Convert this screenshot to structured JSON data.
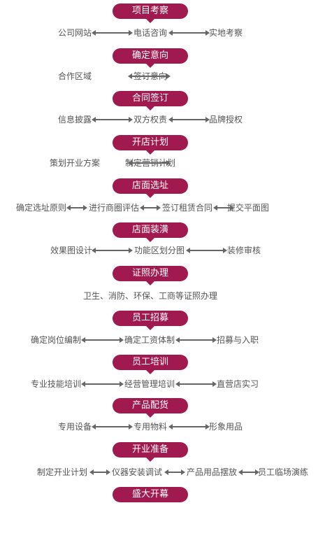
{
  "colors": {
    "pill_bg": "#a11a4f",
    "pill_text": "#ffffff",
    "step_text": "#555555",
    "arrow": "#666666"
  },
  "stages": [
    {
      "title": "项目考察",
      "steps": [
        "公司网站",
        "电话咨询",
        "实地考察"
      ]
    },
    {
      "title": "确定意向",
      "steps": [
        "合作区域",
        "签订意向"
      ]
    },
    {
      "title": "合同签订",
      "steps": [
        "信息披露",
        "双方权责",
        "品牌授权"
      ]
    },
    {
      "title": "开店计划",
      "steps": [
        "策划开业方案",
        "制定营销计划"
      ]
    },
    {
      "title": "店面选址",
      "steps": [
        "确定选址原则",
        "进行商圈评估",
        "签订租赁合同",
        "提交平面图"
      ]
    },
    {
      "title": "店面装潢",
      "steps": [
        "效果图设计",
        "功能区划分图",
        "装修审核"
      ]
    },
    {
      "title": "证照办理",
      "steps": [
        "卫生、消防、环保、工商等证照办理"
      ]
    },
    {
      "title": "员工招募",
      "steps": [
        "确定岗位编制",
        "确定工资体制",
        "招募与入职"
      ]
    },
    {
      "title": "员工培训",
      "steps": [
        "专业技能培训",
        "经营管理培训",
        "直营店实习"
      ]
    },
    {
      "title": "产品配货",
      "steps": [
        "专用设备",
        "专用物料",
        "形象用品"
      ]
    },
    {
      "title": "开业准备",
      "steps": [
        "制定开业计划",
        "仪器安装调试",
        "产品用品摆放",
        "员工临场演练"
      ]
    },
    {
      "title": "盛大开幕",
      "steps": []
    }
  ]
}
